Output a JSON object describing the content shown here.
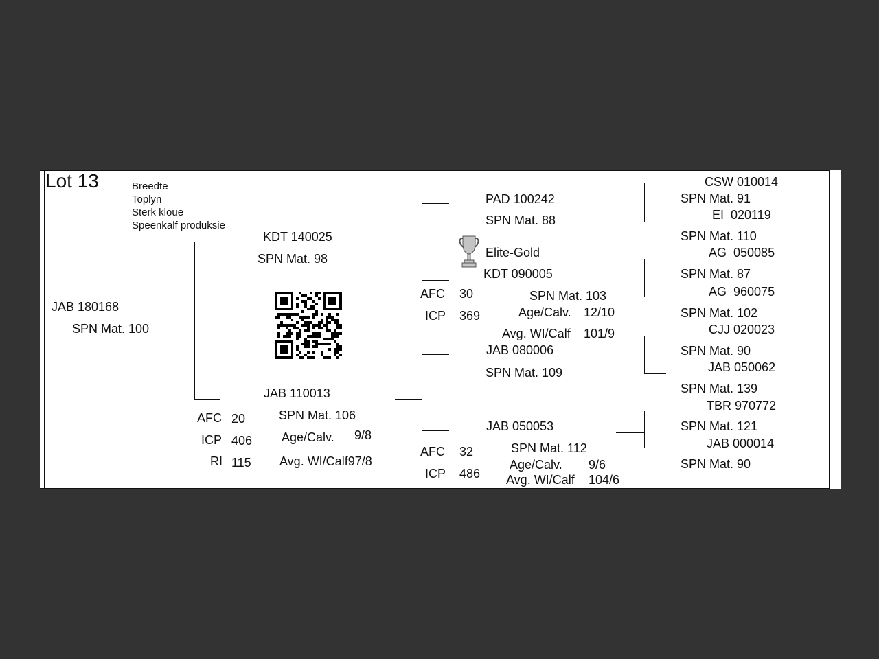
{
  "lot": {
    "title": "Lot 13",
    "traits": [
      "Breedte",
      "Toplyn",
      "Sterk kloue",
      "Speenkalf produksie"
    ]
  },
  "animal": {
    "id": "JAB 180168",
    "spn": "SPN Mat. 100"
  },
  "sire": {
    "id": "KDT 140025",
    "spn": "SPN Mat. 98"
  },
  "dam": {
    "id": "JAB 110013",
    "spn": "SPN Mat. 106",
    "afc_label": "AFC",
    "afc": "20",
    "icp_label": "ICP",
    "icp": "406",
    "ri_label": "RI",
    "ri": "115",
    "age_label": "Age/Calv.",
    "age": "9/8",
    "avg": "Avg. WI/Calf97/8"
  },
  "ss": {
    "id": "PAD 100242",
    "spn": "SPN Mat. 88"
  },
  "sd": {
    "badge": "Elite-Gold",
    "id": "KDT 090005",
    "afc_label": "AFC",
    "afc": "30",
    "icp_label": "ICP",
    "icp": "369",
    "spn": "SPN Mat. 103",
    "age_label": "Age/Calv.",
    "age": "12/10",
    "avg_label": "Avg. WI/Calf",
    "avg": "101/9"
  },
  "ds": {
    "id": "JAB 080006",
    "spn": "SPN Mat. 109"
  },
  "dd": {
    "id": "JAB 050053",
    "spn": "SPN Mat. 112",
    "afc_label": "AFC",
    "afc": "32",
    "icp_label": "ICP",
    "icp": "486",
    "age_label": "Age/Calv.",
    "age": "9/6",
    "avg_label": "Avg. WI/Calf",
    "avg": "104/6"
  },
  "gg": [
    "CSW 010014",
    "SPN Mat. 91",
    "EI  020119",
    "SPN Mat. 110",
    "AG  050085",
    "SPN Mat. 87",
    "AG  960075",
    "SPN Mat. 102",
    "CJJ 020023",
    "SPN Mat. 90",
    "JAB 050062",
    "SPN Mat. 139",
    "TBR 970772",
    "SPN Mat. 121",
    "JAB 000014",
    "SPN Mat. 90"
  ],
  "icons": {
    "trophy": "trophy-icon",
    "qr": "qr-code"
  }
}
